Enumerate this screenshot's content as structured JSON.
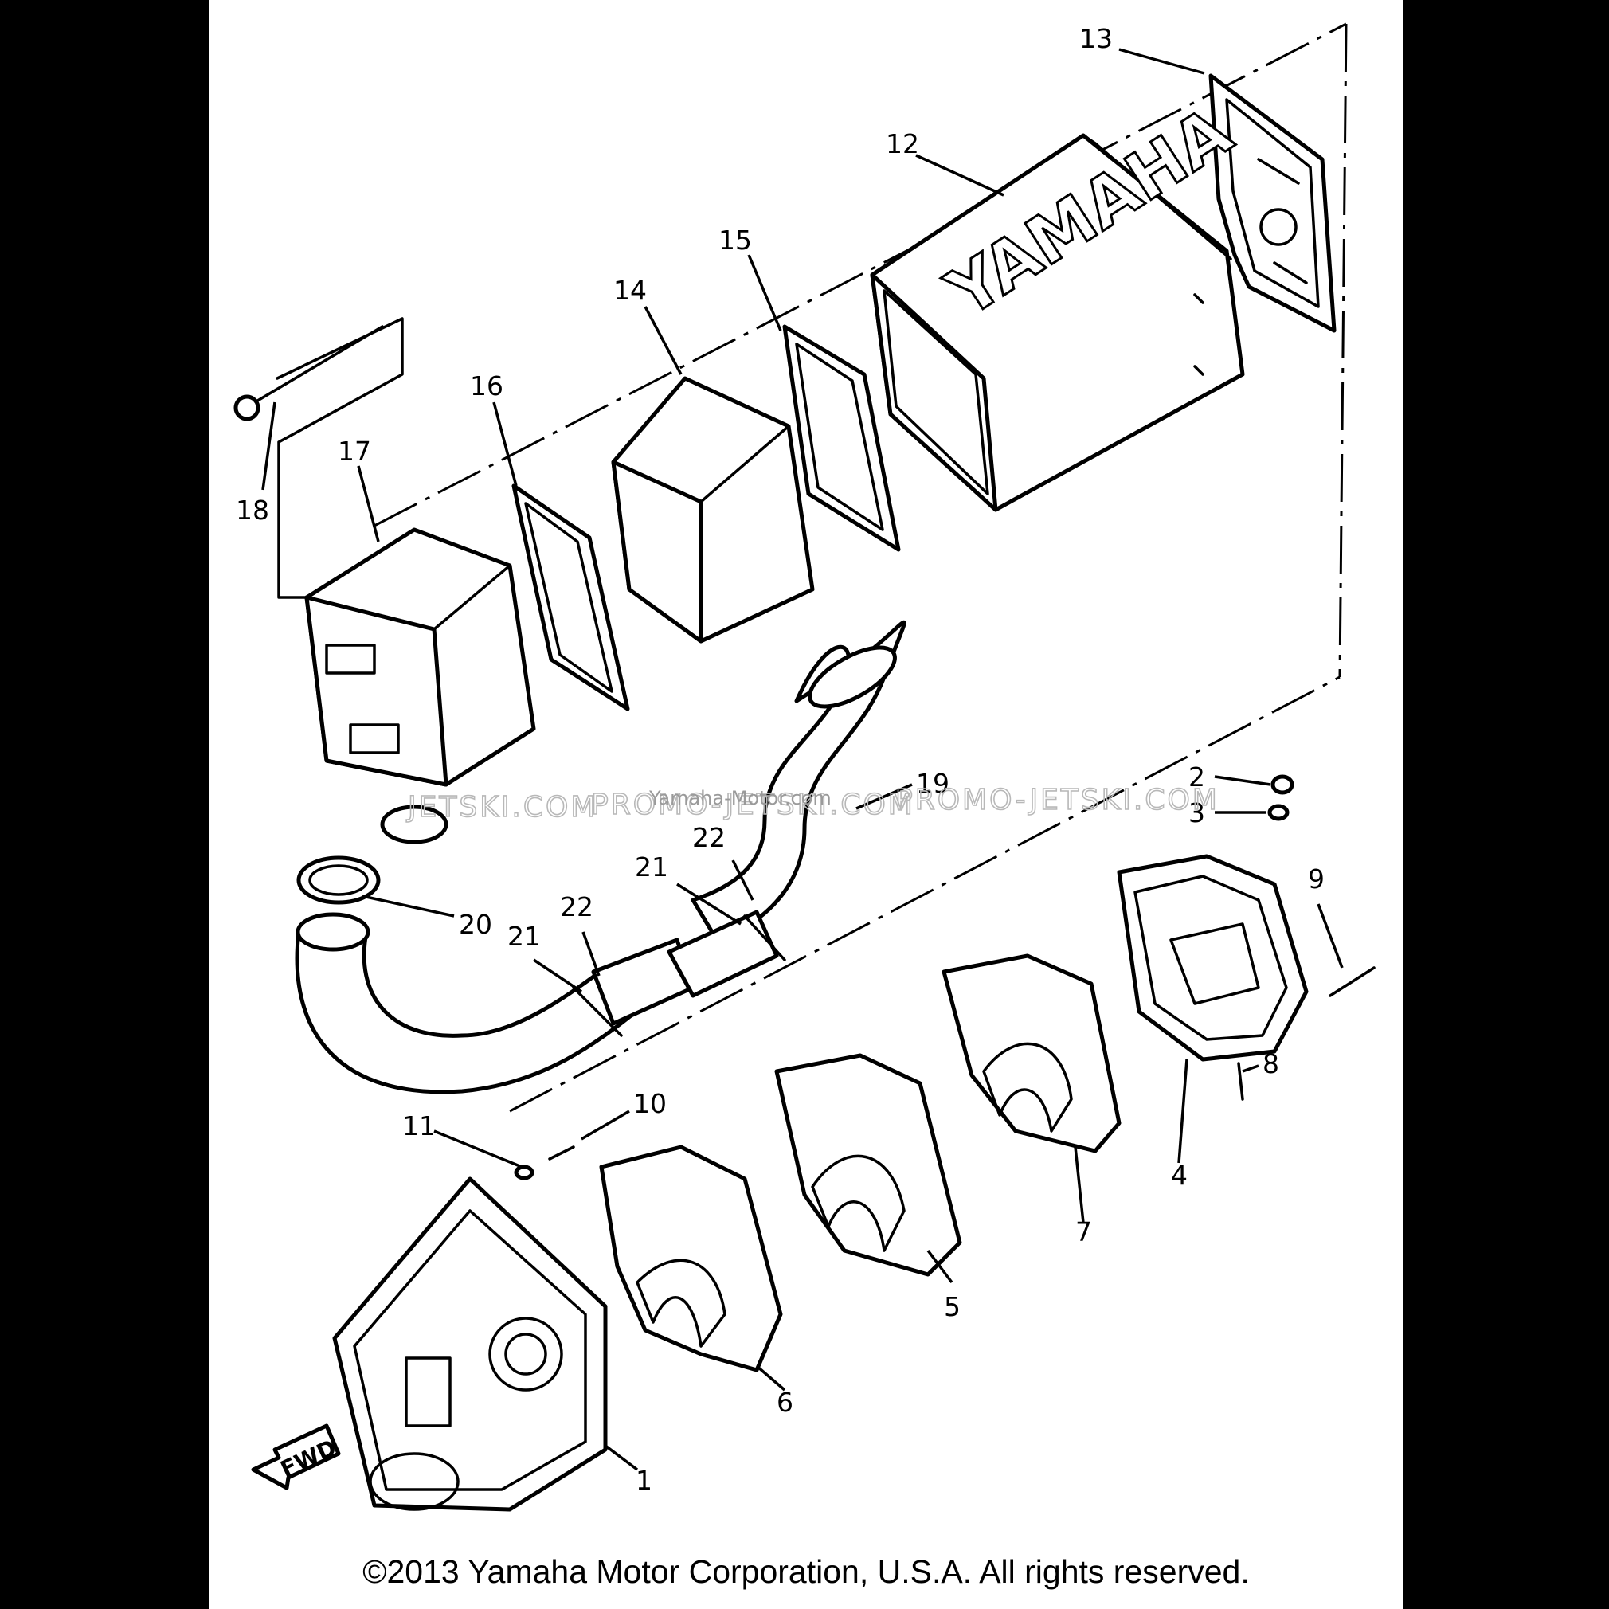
{
  "diagram": {
    "callouts": [
      "1",
      "2",
      "3",
      "4",
      "5",
      "6",
      "7",
      "8",
      "9",
      "10",
      "11",
      "12",
      "13",
      "14",
      "15",
      "16",
      "17",
      "18",
      "19",
      "20",
      "21",
      "22"
    ],
    "brand_text": "YAMAHA",
    "direction_label": "FWD",
    "watermark": {
      "left": "JETSKI.COM",
      "center": "PROMO-JETSKI.COM",
      "right": "PROMO-JETSKI.COM",
      "overlay": "Yamaha-Motor.com"
    }
  },
  "footer": {
    "copyright": "©2013 Yamaha Motor Corporation, U.S.A. All rights reserved."
  }
}
